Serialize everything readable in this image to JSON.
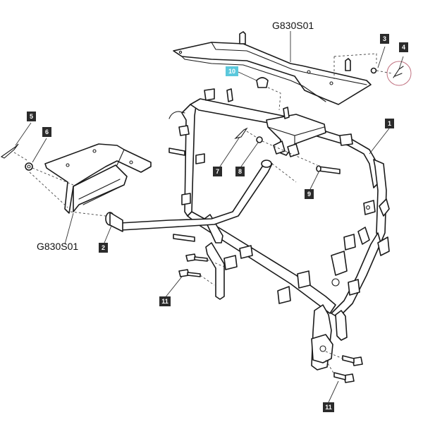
{
  "labels": {
    "ref_top": "G830S01",
    "ref_left": "G830S01"
  },
  "callouts": [
    "1",
    "2",
    "3",
    "4",
    "5",
    "6",
    "7",
    "8",
    "9",
    "10",
    "11",
    "11"
  ],
  "colors": {
    "callout_default": "#2b2b2b",
    "callout_highlight": "#5bc8dc",
    "circle_highlight": "#c0707f"
  }
}
